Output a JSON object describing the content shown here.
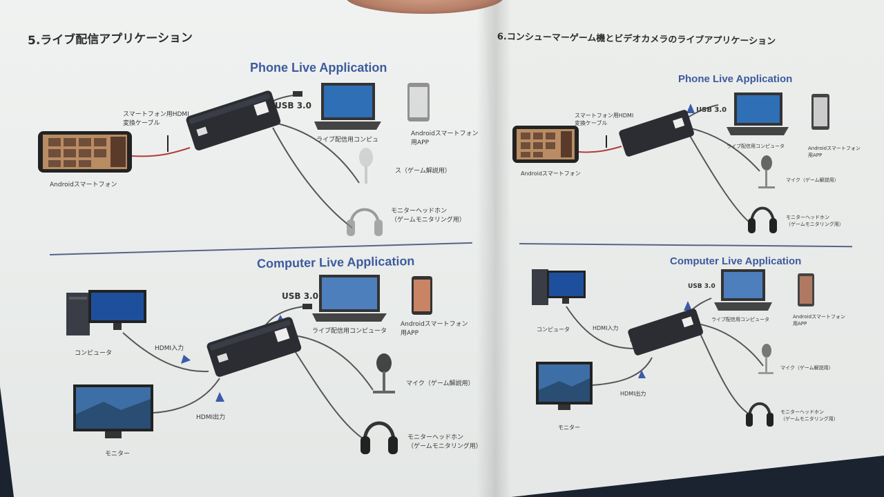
{
  "left_page": {
    "section_title": "5.ライブ配信アプリケーション",
    "phone": {
      "title": "Phone Live Application",
      "usb": "USB 3.0",
      "hdmi_cable": "スマートフォン用HDMI\n変換ケーブル",
      "android_phone": "Androidスマートフォン",
      "laptop": "ライブ配信用コンピュ",
      "android_app": "Androidスマートフォン\n用APP",
      "mic": "ス（ゲーム解説用）",
      "headphones": "モニターヘッドホン\n（ゲームモニタリング用）"
    },
    "computer": {
      "title": "Computer Live Application",
      "usb": "USB 3.0",
      "computer": "コンピュータ",
      "hdmi_in": "HDMI入力",
      "hdmi_out": "HDMI出力",
      "monitor": "モニター",
      "laptop": "ライブ配信用コンピュータ",
      "android_app": "Androidスマートフォン\n用APP",
      "mic": "マイク（ゲーム解説用）",
      "headphones": "モニターヘッドホン\n（ゲームモニタリング用）"
    }
  },
  "right_page": {
    "section_title": "6.コンシューマーゲーム機とビデオカメラのライブアプリケーション",
    "phone": {
      "title": "Phone Live Application",
      "usb": "USB 3.0",
      "hdmi_cable": "スマートフォン用HDMI\n変換ケーブル",
      "android_phone": "Androidスマートフォン",
      "laptop": "ライブ配信用コンピュータ",
      "android_app": "Androidスマートフォン\n用APP",
      "mic": "マイク（ゲーム解説用）",
      "headphones": "モニターヘッドホン\n（ゲームモニタリング用）"
    },
    "computer": {
      "title": "Computer Live Application",
      "usb": "USB 3.0",
      "computer": "コンピュータ",
      "hdmi_in": "HDMI入力",
      "hdmi_out": "HDMI出力",
      "monitor": "モニター",
      "laptop": "ライブ配信用コンピュータ",
      "android_app": "Androidスマートフォン\n用APP",
      "mic": "マイク（ゲーム解説用）",
      "headphones": "モニターヘッドホン\n（ゲームモニタリング用）"
    }
  },
  "colors": {
    "title_blue": "#3d5a9e",
    "device_dark": "#2b2d33",
    "arrow_blue": "#3b5aa8",
    "page": "#eef0ee",
    "background": "#1b2230"
  },
  "icons": [
    "capture-card-icon",
    "laptop-icon",
    "smartphone-icon",
    "monitor-icon",
    "pc-tower-icon",
    "microphone-icon",
    "headphones-icon",
    "usb-plug-icon",
    "arrow-up-icon"
  ]
}
